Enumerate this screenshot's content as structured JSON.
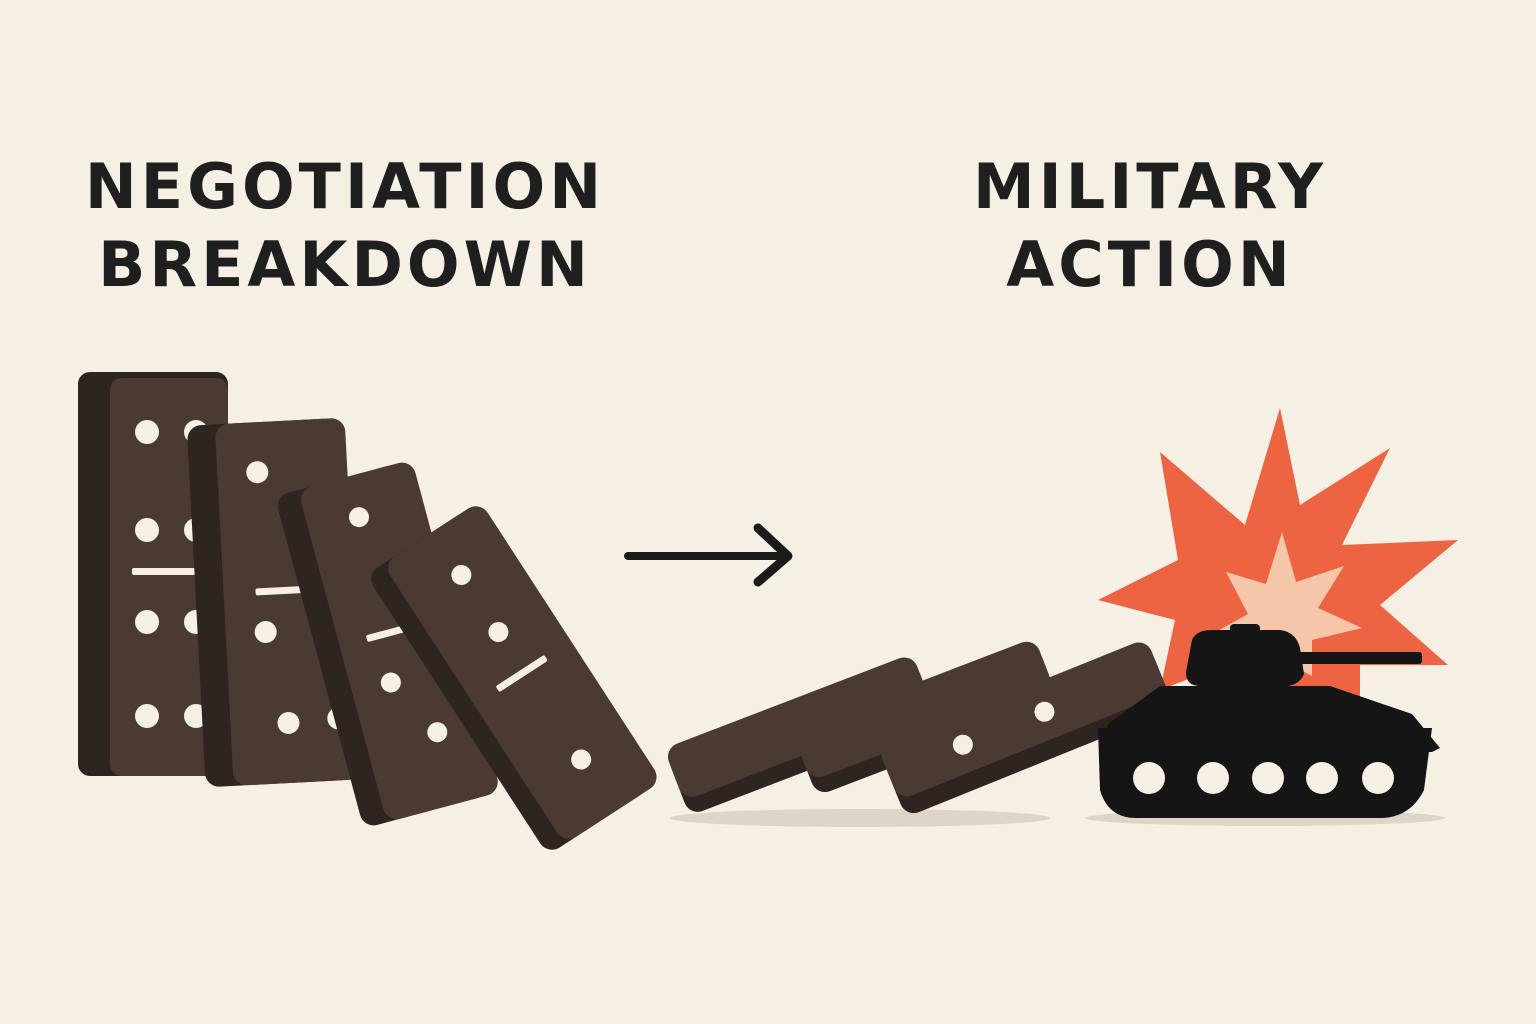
{
  "labels": {
    "cause": {
      "line1": "NEGOTIATION",
      "line2": "BREAKDOWN"
    },
    "effect": {
      "line1": "MILITARY",
      "line2": "ACTION"
    }
  },
  "icons": {
    "standing_dominoes": "domino-icon",
    "fallen_dominoes": "domino-icon",
    "arrow": "arrow-right-icon",
    "explosion": "explosion-icon",
    "tank": "tank-icon"
  },
  "colors": {
    "background": "#f6efe4",
    "text": "#1f1f1f",
    "domino_face": "#4a3a33",
    "domino_side": "#2e2420",
    "domino_pip": "#f6efe4",
    "arrow": "#1b1b1b",
    "explosion_outer": "#ec6442",
    "explosion_inner": "#f6c6a8",
    "tank": "#151515",
    "shadow": "#ded5c8"
  }
}
